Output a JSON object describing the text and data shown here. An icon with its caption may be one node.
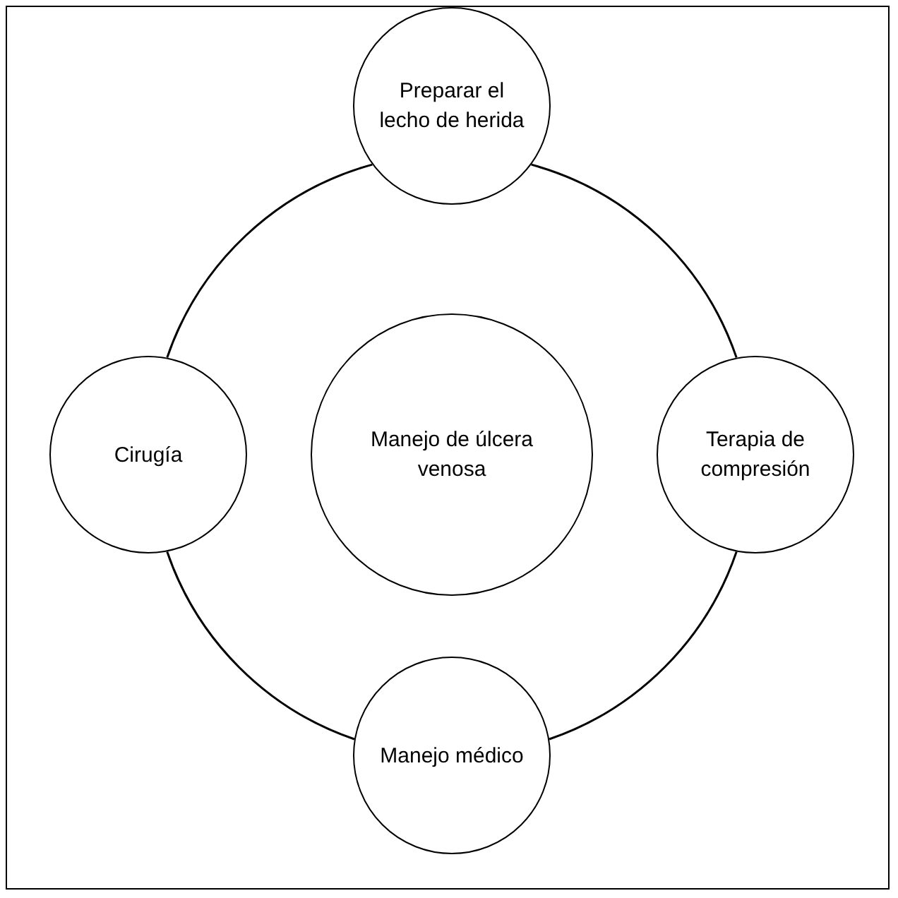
{
  "diagram": {
    "nodes": [
      {
        "text": [
          "Preparar el lecho de herida"
        ]
      },
      {
        "text": [
          "Cirugía"
        ]
      },
      {
        "text": [
          "Manejo de úlcera venosa"
        ]
      },
      {
        "text": [
          "Terapia de compresión"
        ]
      },
      {
        "text": [
          "Manejo médico"
        ]
      }
    ],
    "edges": [
      {
        "from": 0,
        "to": 3,
        "arrow": "none"
      },
      {
        "from": 3,
        "to": 4,
        "arrow": "none"
      },
      {
        "from": 4,
        "to": 1,
        "arrow": "none"
      },
      {
        "from": 1,
        "to": 0,
        "arrow": "none"
      }
    ]
  }
}
